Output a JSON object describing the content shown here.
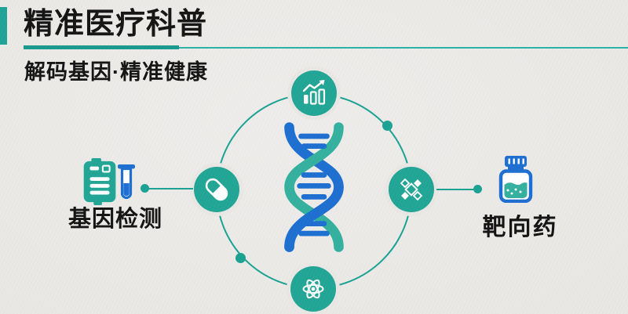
{
  "header": {
    "title": "精准医疗科普",
    "subtitle": "解码基因·精准健康"
  },
  "diagram": {
    "center_icon": "dna-helix-icon",
    "orbit_nodes": [
      {
        "position": "top",
        "icon": "growth-chart-icon"
      },
      {
        "position": "left",
        "icon": "capsule-pill-icon"
      },
      {
        "position": "right",
        "icon": "molecule-diamonds-icon"
      },
      {
        "position": "bottom",
        "icon": "atom-icon"
      }
    ],
    "left_label": "基因检测",
    "right_label": "靶向药",
    "left_icons": [
      "gene-sequencer-icon",
      "test-tube-icon"
    ],
    "right_icons": [
      "medicine-bottle-icon"
    ]
  },
  "colors": {
    "teal": "#22a696",
    "teal_stroke": "#1ba293",
    "dna_teal": "#35b19f",
    "blue": "#1e6fd2",
    "background": "#e9e8e5",
    "text": "#141414"
  }
}
